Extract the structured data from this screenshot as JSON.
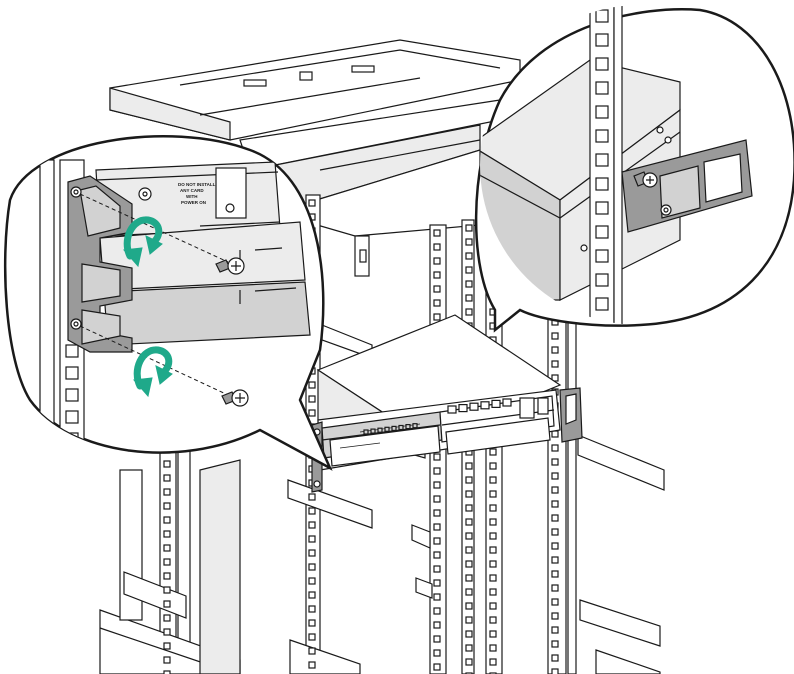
{
  "figure": {
    "chassis_label": [
      "DO NOT INSTALL",
      "ANY CARD",
      "WITH",
      "POWER ON"
    ],
    "colors": {
      "arrow": "#1fa98a",
      "line": "#1a1a1a",
      "panel_light": "#ececec",
      "panel_dark": "#d2d2d2",
      "bubble_bg": "#ffffff"
    },
    "icons": [
      "rotate-arrow-icon",
      "screw-icon"
    ]
  }
}
